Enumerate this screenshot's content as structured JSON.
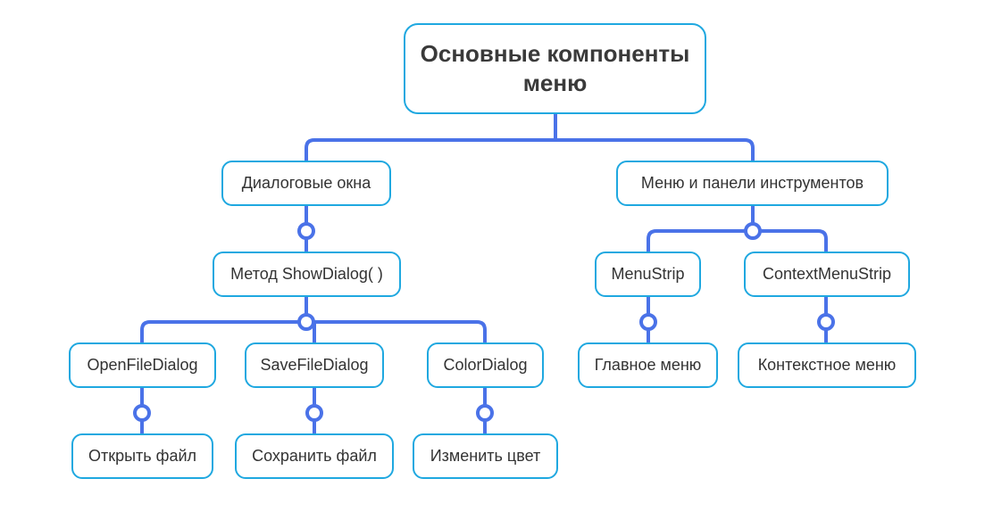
{
  "colors": {
    "connector": "#4a72e8",
    "node_border": "#1fa8e0",
    "text": "#333333",
    "background": "#ffffff"
  },
  "root": {
    "title": "Основные компоненты меню"
  },
  "branches": {
    "dialogs": {
      "label": "Диалоговые окна",
      "method": "Метод ShowDialog( )",
      "children": [
        {
          "label": "OpenFileDialog",
          "action": "Открыть файл"
        },
        {
          "label": "SaveFileDialog",
          "action": "Сохранить файл"
        },
        {
          "label": "ColorDialog",
          "action": "Изменить цвет"
        }
      ]
    },
    "menus": {
      "label": "Меню и панели инструментов",
      "children": [
        {
          "label": "MenuStrip",
          "action": "Главное меню"
        },
        {
          "label": "ContextMenuStrip",
          "action": "Контекстное меню"
        }
      ]
    }
  }
}
